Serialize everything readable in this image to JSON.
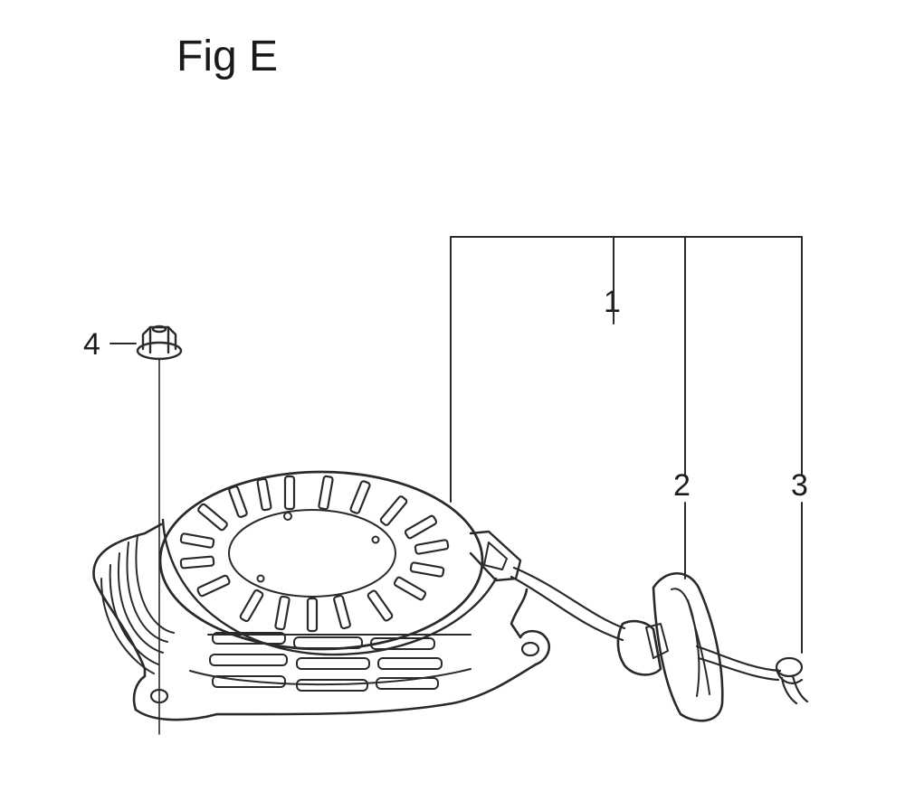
{
  "figure": {
    "title": "Fig E",
    "callouts": {
      "one": "1",
      "two": "2",
      "three": "3",
      "four": "4"
    }
  },
  "colors": {
    "ink": "#2a2a2a",
    "paper": "#ffffff"
  }
}
